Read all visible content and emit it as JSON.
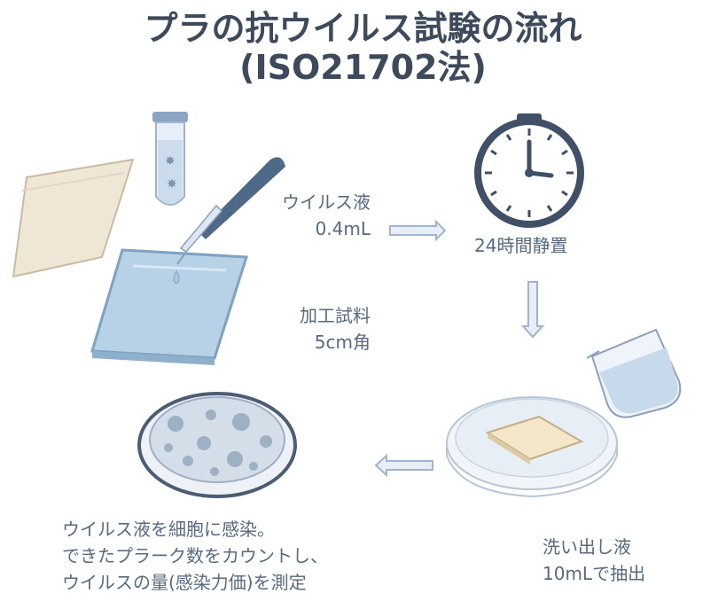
{
  "title": {
    "line1": "プラの抗ウイルス試験の流れ",
    "line2": "(ISO21702法)"
  },
  "labels": {
    "virus_liquid_1": "ウイルス液",
    "virus_liquid_2": "0.4mL",
    "sample_1": "加工試料",
    "sample_2": "5cm角",
    "rest": "24時間静置",
    "wash_1": "洗い出し液",
    "wash_2": "10mLで抽出",
    "infect_1": "ウイルス液を細胞に感染。",
    "infect_2": "できたプラーク数をカウントし、",
    "infect_3": "ウイルスの量(感染力価)を測定"
  },
  "colors": {
    "title": "#3d4a5b",
    "label": "#566a82",
    "arrow": "#9fb4ce",
    "glass": "#a9c8e0"
  }
}
